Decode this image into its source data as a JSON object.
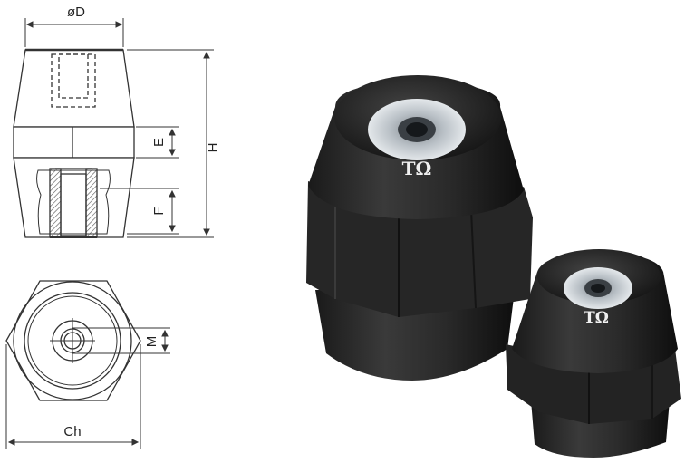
{
  "drawing": {
    "dims": {
      "diameter": "øD",
      "height": "H",
      "thread_depth_top": "E",
      "thread_depth_bottom": "F",
      "thread": "M",
      "hex": "Ch"
    }
  },
  "photo": {
    "logo_text": "TΩ"
  },
  "colors": {
    "line": "#333333",
    "body_dark": "#2a2a2a",
    "insert": "#c8cdd2"
  }
}
